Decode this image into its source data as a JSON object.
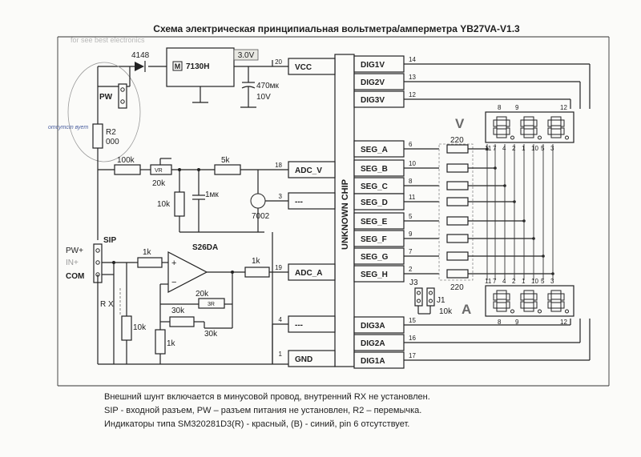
{
  "title": "Схема электрическая принципиальная вольтметра/амперметра YB27VA-V1.3",
  "watermark": "for see best electronics",
  "handwritten_note": "отсутст вует",
  "chip": {
    "name": "UNKNOWN CHIP",
    "left_pins": [
      {
        "label": "VCC",
        "num": "20"
      },
      {
        "label": "ADC_V",
        "num": "18"
      },
      {
        "label": "---",
        "num": "3"
      },
      {
        "label": "ADC_A",
        "num": "19"
      },
      {
        "label": "---",
        "num": "4"
      },
      {
        "label": "GND",
        "num": "1"
      }
    ],
    "right_pins": [
      {
        "label": "DIG1V",
        "num": "14"
      },
      {
        "label": "DIG2V",
        "num": "13"
      },
      {
        "label": "DIG3V",
        "num": "12"
      },
      {
        "label": "SEG_A",
        "num": "6"
      },
      {
        "label": "SEG_B",
        "num": "10"
      },
      {
        "label": "SEG_C",
        "num": "8"
      },
      {
        "label": "SEG_D",
        "num": "11"
      },
      {
        "label": "SEG_E",
        "num": "5"
      },
      {
        "label": "SEG_F",
        "num": "9"
      },
      {
        "label": "SEG_G",
        "num": "7"
      },
      {
        "label": "SEG_H",
        "num": "2"
      },
      {
        "label": "DIG3A",
        "num": "15"
      },
      {
        "label": "DIG2A",
        "num": "16"
      },
      {
        "label": "DIG1A",
        "num": "17"
      }
    ]
  },
  "components": {
    "diode": "4148",
    "regulator": "7130H",
    "regulator_logo": "M",
    "vout": "3.0V",
    "cap_value": "470мк",
    "cap_voltage": "10V",
    "pw_jumper": "PW",
    "r2_name": "R2",
    "r2_value": "000",
    "r_100k": "100k",
    "trimmer": "VR",
    "r_20k": "20k",
    "r_5k": "5k",
    "r_10k_v": "10k",
    "cap_1mk": "1мк",
    "transistor": "7002",
    "sip": "SIP",
    "pw_plus": "PW+",
    "in_plus": "IN+",
    "com": "COM",
    "rx": "R X",
    "opamp": "S26DA",
    "r_1k_in": "1k",
    "r_1k_out": "1k",
    "r_10k_a": "10k",
    "r_1k_gnd": "1k",
    "fb_20k": "20k",
    "fb_30k_a": "30k",
    "fb_3r": "3R",
    "fb_30k_b": "30k",
    "r_220_top": "220",
    "r_220_bottom": "220",
    "j3": "J3",
    "j1": "J1",
    "r_10k_j": "10k"
  },
  "displays": {
    "v_label": "V",
    "a_label": "A",
    "v_top_pins": [
      "8",
      "9",
      "12"
    ],
    "v_bottom_pins": [
      "11",
      "7",
      "4",
      "2",
      "1",
      "10",
      "5",
      "3"
    ],
    "a_top_pins": [
      "11",
      "7",
      "4",
      "2",
      "1",
      "10",
      "5",
      "3"
    ],
    "a_bottom_pins": [
      "8",
      "9",
      "12"
    ]
  },
  "notes": [
    "Внешний шунт включается в минусовой провод, внутренний RX не установлен.",
    "SIP - входной разъем, PW – разъем питания не установлен, R2 – перемычка.",
    "Индикаторы типа SM320281D3(R) - красный, (B) - синий, pin 6 отсутствует."
  ]
}
